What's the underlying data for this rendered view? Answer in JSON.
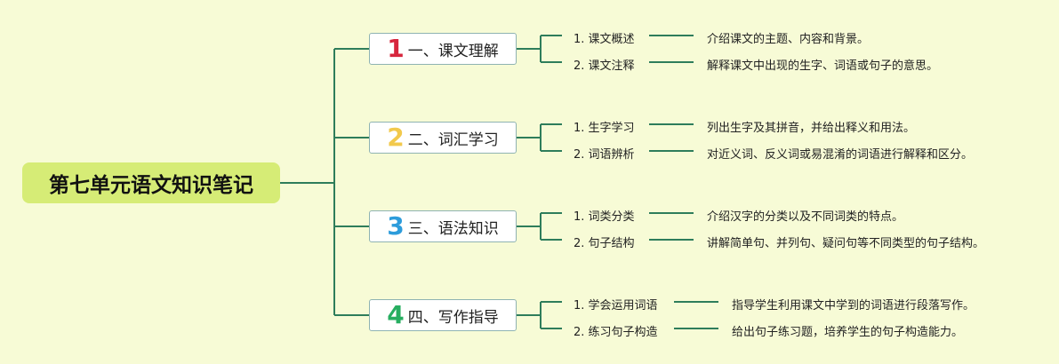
{
  "root": {
    "title": "第七单元语文知识笔记"
  },
  "branches": [
    {
      "number": "1",
      "number_color": "#d7263d",
      "title": "一、课文理解",
      "items": [
        {
          "label": "1. 课文概述",
          "desc": "介绍课文的主题、内容和背景。"
        },
        {
          "label": "2. 课文注释",
          "desc": "解释课文中出现的生字、词语或句子的意思。"
        }
      ]
    },
    {
      "number": "2",
      "number_color": "#f2c94c",
      "title": "二、词汇学习",
      "items": [
        {
          "label": "1. 生字学习",
          "desc": "列出生字及其拼音，并给出释义和用法。"
        },
        {
          "label": "2. 词语辨析",
          "desc": "对近义词、反义词或易混淆的词语进行解释和区分。"
        }
      ]
    },
    {
      "number": "3",
      "number_color": "#2d9cdb",
      "title": "三、语法知识",
      "items": [
        {
          "label": "1. 词类分类",
          "desc": "介绍汉字的分类以及不同词类的特点。"
        },
        {
          "label": "2. 句子结构",
          "desc": "讲解简单句、并列句、疑问句等不同类型的句子结构。"
        }
      ]
    },
    {
      "number": "4",
      "number_color": "#27ae60",
      "title": "四、写作指导",
      "items": [
        {
          "label": "1. 学会运用词语",
          "desc": "指导学生利用课文中学到的词语进行段落写作。"
        },
        {
          "label": "2. 练习句子构造",
          "desc": "给出句子练习题，培养学生的句子构造能力。"
        }
      ]
    }
  ],
  "colors": {
    "background": "#f7fbd6",
    "root_fill": "#d6ec76",
    "line": "#2e7d5b",
    "branch_border": "#8fb3b2"
  }
}
